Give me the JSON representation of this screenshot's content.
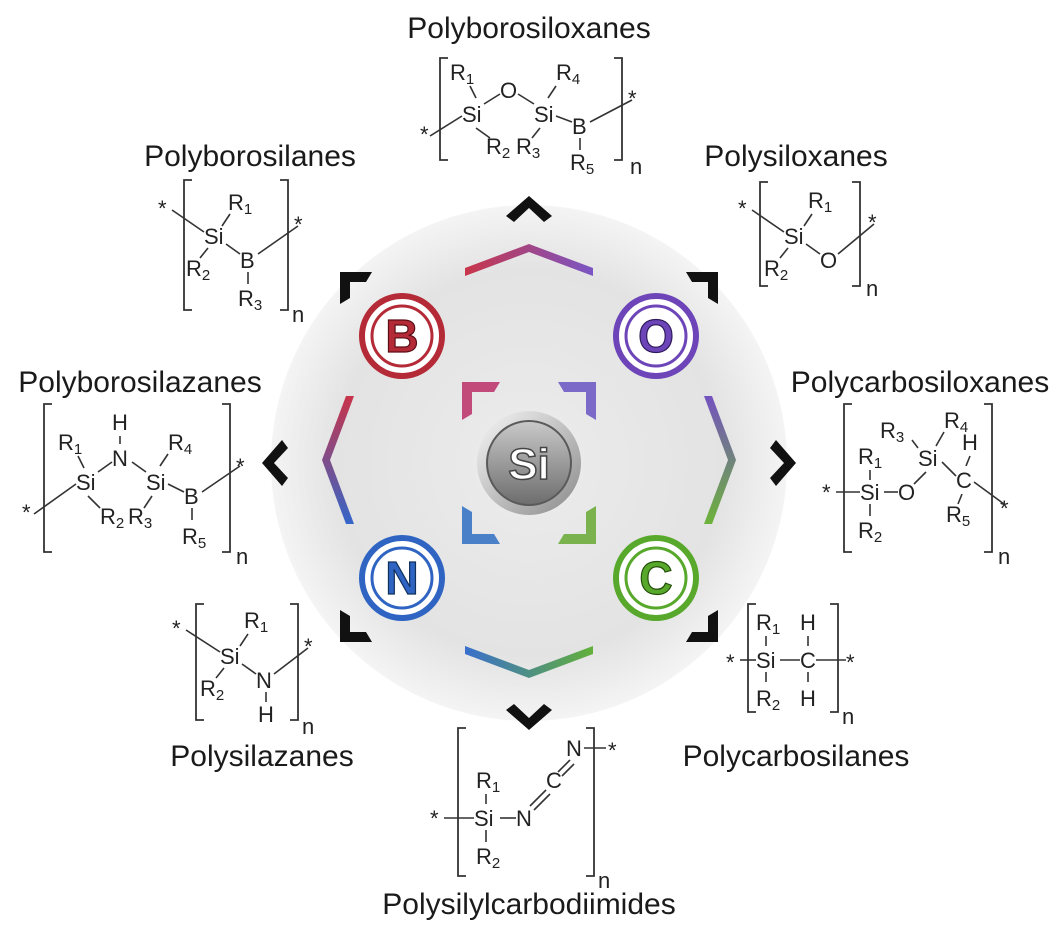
{
  "center": {
    "symbol": "Si"
  },
  "elements": [
    {
      "key": "b",
      "symbol": "B",
      "color": "#b42a36"
    },
    {
      "key": "o",
      "symbol": "O",
      "color": "#6d45b8"
    },
    {
      "key": "n",
      "symbol": "N",
      "color": "#2f64c2"
    },
    {
      "key": "c",
      "symbol": "C",
      "color": "#58a82c"
    }
  ],
  "classes": {
    "polyborosiloxanes": "Polyborosiloxanes",
    "polysiloxanes": "Polysiloxanes",
    "polycarbosiloxanes": "Polycarbosiloxanes",
    "polycarbosilanes": "Polycarbosilanes",
    "polysilylcarbodiimides": "Polysilylcarbodiimides",
    "polysilazanes": "Polysilazanes",
    "polyborosilazanes": "Polyborosilazanes",
    "polyborosilanes": "Polyborosilanes"
  },
  "atoms": {
    "si": "Si",
    "o": "O",
    "b": "B",
    "n": "N",
    "c": "C",
    "h": "H",
    "r": "R",
    "star": "*",
    "repeat": "n",
    "eq": "="
  },
  "subscripts": [
    "1",
    "2",
    "3",
    "4",
    "5"
  ]
}
